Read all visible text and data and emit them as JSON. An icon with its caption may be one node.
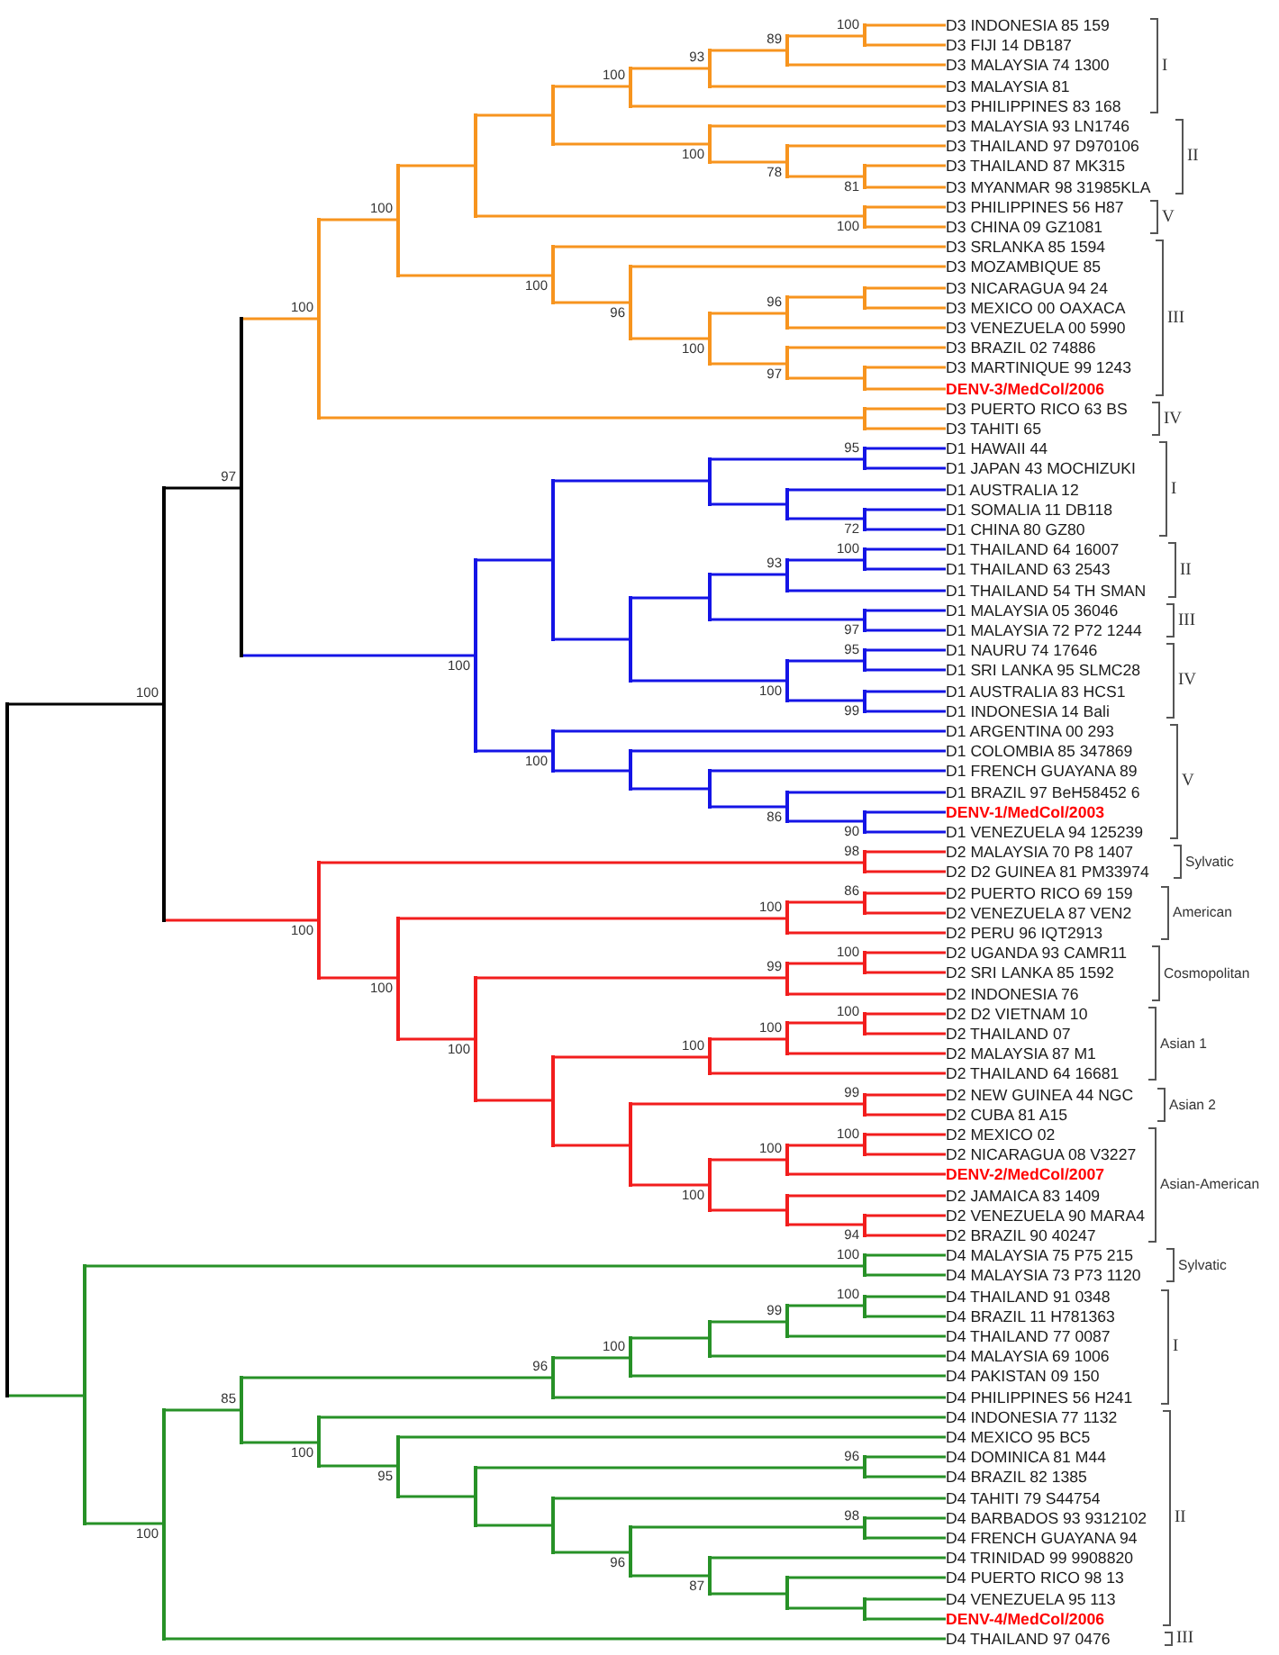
{
  "diagram": {
    "nodes": [
      {
        "text": [
          "D3 INDONESIA 85 159"
        ]
      },
      {
        "text": [
          "D3 FIJI 14 DB187"
        ]
      },
      {
        "text": [
          "D3 MALAYSIA 74 1300"
        ]
      },
      {
        "text": [
          "D3 MALAYSIA 81"
        ]
      },
      {
        "text": [
          "D3 PHILIPPINES 83 168"
        ]
      },
      {
        "text": [
          "D3 MALAYSIA 93 LN1746"
        ]
      },
      {
        "text": [
          "D3 THAILAND 97 D970106"
        ]
      },
      {
        "text": [
          "D3 THAILAND 87 MK315"
        ]
      },
      {
        "text": [
          "D3 MYANMAR 98 31985KLA"
        ]
      },
      {
        "text": [
          "D3 PHILIPPINES 56 H87"
        ]
      },
      {
        "text": [
          "D3 CHINA 09 GZ1081"
        ]
      },
      {
        "text": [
          "D3 SRLANKA 85 1594"
        ]
      },
      {
        "text": [
          "D3 MOZAMBIQUE 85"
        ]
      },
      {
        "text": [
          "D3 NICARAGUA 94 24"
        ]
      },
      {
        "text": [
          "D3 MEXICO 00 OAXACA"
        ]
      },
      {
        "text": [
          "D3 VENEZUELA 00 5990"
        ]
      },
      {
        "text": [
          "D3 BRAZIL 02 74886"
        ]
      },
      {
        "text": [
          "D3 MARTINIQUE 99 1243"
        ]
      },
      {
        "text": [
          "DENV-3/MedCol/2006"
        ]
      },
      {
        "text": [
          "D3 PUERTO RICO 63 BS"
        ]
      },
      {
        "text": [
          "D3 TAHITI 65"
        ]
      },
      {
        "text": [
          "D1 HAWAII 44"
        ]
      },
      {
        "text": [
          "D1 JAPAN 43 MOCHIZUKI"
        ]
      },
      {
        "text": [
          "D1 AUSTRALIA 12"
        ]
      },
      {
        "text": [
          "D1 SOMALIA 11 DB118"
        ]
      },
      {
        "text": [
          "D1 CHINA 80 GZ80"
        ]
      },
      {
        "text": [
          "D1 THAILAND 64 16007"
        ]
      },
      {
        "text": [
          "D1 THAILAND 63 2543"
        ]
      },
      {
        "text": [
          "D1 THAILAND 54 TH SMAN"
        ]
      },
      {
        "text": [
          "D1 MALAYSIA 05 36046"
        ]
      },
      {
        "text": [
          "D1 MALAYSIA 72 P72 1244"
        ]
      },
      {
        "text": [
          "D1 NAURU 74 17646"
        ]
      },
      {
        "text": [
          "D1 SRI LANKA 95 SLMC28"
        ]
      },
      {
        "text": [
          "D1 AUSTRALIA 83 HCS1"
        ]
      },
      {
        "text": [
          "D1 INDONESIA 14 Bali"
        ]
      },
      {
        "text": [
          "D1 ARGENTINA 00 293"
        ]
      },
      {
        "text": [
          "D1 COLOMBIA 85 347869"
        ]
      },
      {
        "text": [
          "D1 FRENCH GUAYANA 89"
        ]
      },
      {
        "text": [
          "D1 BRAZIL 97 BeH58452 6"
        ]
      },
      {
        "text": [
          "DENV-1/MedCol/2003"
        ]
      },
      {
        "text": [
          "D1 VENEZUELA 94 125239"
        ]
      },
      {
        "text": [
          "D2 MALAYSIA 70 P8 1407"
        ]
      },
      {
        "text": [
          "D2 D2 GUINEA 81 PM33974"
        ]
      },
      {
        "text": [
          "D2 PUERTO RICO 69 159"
        ]
      },
      {
        "text": [
          "D2 VENEZUELA 87 VEN2"
        ]
      },
      {
        "text": [
          "D2 PERU 96 IQT2913"
        ]
      },
      {
        "text": [
          "D2 UGANDA 93 CAMR11"
        ]
      },
      {
        "text": [
          "D2 SRI LANKA 85 1592"
        ]
      },
      {
        "text": [
          "D2 INDONESIA 76"
        ]
      },
      {
        "text": [
          "D2 D2 VIETNAM 10"
        ]
      },
      {
        "text": [
          "D2 THAILAND 07"
        ]
      },
      {
        "text": [
          "D2 MALAYSIA 87 M1"
        ]
      },
      {
        "text": [
          "D2 THAILAND 64 16681"
        ]
      },
      {
        "text": [
          "D2 NEW GUINEA 44 NGC"
        ]
      },
      {
        "text": [
          "D2 CUBA 81 A15"
        ]
      },
      {
        "text": [
          "D2 MEXICO 02"
        ]
      },
      {
        "text": [
          "D2 NICARAGUA 08 V3227"
        ]
      },
      {
        "text": [
          "DENV-2/MedCol/2007"
        ]
      },
      {
        "text": [
          "D2 JAMAICA 83 1409"
        ]
      },
      {
        "text": [
          "D2 VENEZUELA 90 MARA4"
        ]
      },
      {
        "text": [
          "D2 BRAZIL 90 40247"
        ]
      },
      {
        "text": [
          "D4 MALAYSIA 75 P75 215"
        ]
      },
      {
        "text": [
          "D4 MALAYSIA 73 P73 1120"
        ]
      },
      {
        "text": [
          "D4 THAILAND 91 0348"
        ]
      },
      {
        "text": [
          "D4 BRAZIL 11 H781363"
        ]
      },
      {
        "text": [
          "D4 THAILAND 77 0087"
        ]
      },
      {
        "text": [
          "D4 MALAYSIA 69 1006"
        ]
      },
      {
        "text": [
          "D4 PAKISTAN 09 150"
        ]
      },
      {
        "text": [
          "D4 PHILIPPINES 56 H241"
        ]
      },
      {
        "text": [
          "D4 INDONESIA 77 1132"
        ]
      },
      {
        "text": [
          "D4 MEXICO 95 BC5"
        ]
      },
      {
        "text": [
          "D4 DOMINICA 81 M44"
        ]
      },
      {
        "text": [
          "D4 BRAZIL 82 1385"
        ]
      },
      {
        "text": [
          "D4 TAHITI 79 S44754"
        ]
      },
      {
        "text": [
          "D4 BARBADOS 93 9312102"
        ]
      },
      {
        "text": [
          "D4 FRENCH GUAYANA 94"
        ]
      },
      {
        "text": [
          "D4 TRINIDAD 99 9908820"
        ]
      },
      {
        "text": [
          "D4 PUERTO RICO 98 13"
        ]
      },
      {
        "text": [
          "D4 VENEZUELA 95 113"
        ]
      },
      {
        "text": [
          "DENV-4/MedCol/2006"
        ]
      },
      {
        "text": [
          "D4 THAILAND 97 0476"
        ]
      },
      {
        "text": [],
        "shape": "bar"
      },
      {
        "text": [],
        "shape": "bar",
        "beside": [
          "100"
        ]
      },
      {
        "text": [],
        "shape": "bar",
        "beside": [
          "97"
        ]
      },
      {
        "text": [],
        "shape": "bar",
        "beside": [
          "100"
        ]
      },
      {
        "text": [],
        "shape": "bar",
        "beside": [
          "100"
        ]
      },
      {
        "text": [],
        "shape": "bar"
      },
      {
        "text": [],
        "shape": "bar"
      },
      {
        "text": [],
        "shape": "bar",
        "beside": [
          "100"
        ]
      },
      {
        "text": [],
        "shape": "bar",
        "beside": [
          "93"
        ]
      },
      {
        "text": [],
        "shape": "bar",
        "beside": [
          "89"
        ]
      },
      {
        "text": [],
        "shape": "bar",
        "beside": [
          "100"
        ]
      },
      {
        "text": [],
        "shape": "bar",
        "beside": [
          "100"
        ]
      },
      {
        "text": [],
        "shape": "bar",
        "beside": [
          "78"
        ]
      },
      {
        "text": [],
        "shape": "bar",
        "beside": [
          "81"
        ]
      },
      {
        "text": [],
        "shape": "bar",
        "beside": [
          "100"
        ]
      },
      {
        "text": [],
        "shape": "bar",
        "beside": [
          "100"
        ]
      },
      {
        "text": [],
        "shape": "bar",
        "beside": [
          "96"
        ]
      },
      {
        "text": [],
        "shape": "bar",
        "beside": [
          "100"
        ]
      },
      {
        "text": [],
        "shape": "bar",
        "beside": [
          "96"
        ]
      },
      {
        "text": [],
        "shape": "bar"
      },
      {
        "text": [],
        "shape": "bar",
        "beside": [
          "97"
        ]
      },
      {
        "text": [],
        "shape": "bar"
      },
      {
        "text": [],
        "shape": "bar"
      },
      {
        "text": [],
        "shape": "bar",
        "beside": [
          "100"
        ]
      },
      {
        "text": [],
        "shape": "bar"
      },
      {
        "text": [],
        "shape": "bar"
      },
      {
        "text": [],
        "shape": "bar",
        "beside": [
          "95"
        ]
      },
      {
        "text": [],
        "shape": "bar"
      },
      {
        "text": [],
        "shape": "bar",
        "beside": [
          "72"
        ]
      },
      {
        "text": [],
        "shape": "bar"
      },
      {
        "text": [],
        "shape": "bar"
      },
      {
        "text": [],
        "shape": "bar",
        "beside": [
          "93"
        ]
      },
      {
        "text": [],
        "shape": "bar",
        "beside": [
          "100"
        ]
      },
      {
        "text": [],
        "shape": "bar",
        "beside": [
          "97"
        ]
      },
      {
        "text": [],
        "shape": "bar",
        "beside": [
          "100"
        ]
      },
      {
        "text": [],
        "shape": "bar",
        "beside": [
          "95"
        ]
      },
      {
        "text": [],
        "shape": "bar",
        "beside": [
          "99"
        ]
      },
      {
        "text": [],
        "shape": "bar",
        "beside": [
          "100"
        ]
      },
      {
        "text": [],
        "shape": "bar"
      },
      {
        "text": [],
        "shape": "bar"
      },
      {
        "text": [],
        "shape": "bar",
        "beside": [
          "86"
        ]
      },
      {
        "text": [],
        "shape": "bar",
        "beside": [
          "90"
        ]
      },
      {
        "text": [],
        "shape": "bar",
        "beside": [
          "100"
        ]
      },
      {
        "text": [],
        "shape": "bar",
        "beside": [
          "98"
        ]
      },
      {
        "text": [],
        "shape": "bar",
        "beside": [
          "100"
        ]
      },
      {
        "text": [],
        "shape": "bar",
        "beside": [
          "100"
        ]
      },
      {
        "text": [],
        "shape": "bar",
        "beside": [
          "86"
        ]
      },
      {
        "text": [],
        "shape": "bar",
        "beside": [
          "100"
        ]
      },
      {
        "text": [],
        "shape": "bar",
        "beside": [
          "99"
        ]
      },
      {
        "text": [],
        "shape": "bar",
        "beside": [
          "100"
        ]
      },
      {
        "text": [],
        "shape": "bar"
      },
      {
        "text": [],
        "shape": "bar",
        "beside": [
          "100"
        ]
      },
      {
        "text": [],
        "shape": "bar",
        "beside": [
          "100"
        ]
      },
      {
        "text": [],
        "shape": "bar",
        "beside": [
          "100"
        ]
      },
      {
        "text": [],
        "shape": "bar"
      },
      {
        "text": [],
        "shape": "bar",
        "beside": [
          "99"
        ]
      },
      {
        "text": [],
        "shape": "bar",
        "beside": [
          "100"
        ]
      },
      {
        "text": [],
        "shape": "bar",
        "beside": [
          "100"
        ]
      },
      {
        "text": [],
        "shape": "bar",
        "beside": [
          "100"
        ]
      },
      {
        "text": [],
        "shape": "bar"
      },
      {
        "text": [],
        "shape": "bar",
        "beside": [
          "94"
        ]
      },
      {
        "text": [],
        "shape": "bar"
      },
      {
        "text": [],
        "shape": "bar",
        "beside": [
          "100"
        ]
      },
      {
        "text": [],
        "shape": "bar",
        "beside": [
          "100"
        ]
      },
      {
        "text": [],
        "shape": "bar",
        "beside": [
          "85"
        ]
      },
      {
        "text": [],
        "shape": "bar",
        "beside": [
          "96"
        ]
      },
      {
        "text": [],
        "shape": "bar",
        "beside": [
          "100"
        ]
      },
      {
        "text": [],
        "shape": "bar"
      },
      {
        "text": [],
        "shape": "bar",
        "beside": [
          "99"
        ]
      },
      {
        "text": [],
        "shape": "bar",
        "beside": [
          "100"
        ]
      },
      {
        "text": [],
        "shape": "bar",
        "beside": [
          "100"
        ]
      },
      {
        "text": [],
        "shape": "bar",
        "beside": [
          "95"
        ]
      },
      {
        "text": [],
        "shape": "bar"
      },
      {
        "text": [],
        "shape": "bar",
        "beside": [
          "96"
        ]
      },
      {
        "text": [],
        "shape": "bar"
      },
      {
        "text": [],
        "shape": "bar",
        "beside": [
          "96"
        ]
      },
      {
        "text": [],
        "shape": "bar",
        "beside": [
          "98"
        ]
      },
      {
        "text": [],
        "shape": "bar",
        "beside": [
          "87"
        ]
      },
      {
        "text": [],
        "shape": "bar"
      },
      {
        "text": [],
        "shape": "bar"
      }
    ],
    "edges": [
      {
        "from": 81,
        "to": 82,
        "arrow": "none",
        "color": "#000000"
      },
      {
        "from": 81,
        "to": 142,
        "arrow": "none",
        "color": "#279127"
      },
      {
        "from": 82,
        "to": 83,
        "arrow": "none",
        "color": "#000000"
      },
      {
        "from": 82,
        "to": 123,
        "arrow": "none",
        "color": "#f21d1d"
      },
      {
        "from": 83,
        "to": 84,
        "arrow": "none",
        "color": "#f7941e"
      },
      {
        "from": 83,
        "to": 104,
        "arrow": "none",
        "color": "#1414e6"
      },
      {
        "from": 84,
        "to": 85,
        "arrow": "none",
        "color": "#f7941e"
      },
      {
        "from": 84,
        "to": 103,
        "arrow": "none",
        "color": "#f7941e"
      },
      {
        "from": 85,
        "to": 86,
        "arrow": "none",
        "color": "#f7941e"
      },
      {
        "from": 85,
        "to": 96,
        "arrow": "none",
        "color": "#f7941e"
      },
      {
        "from": 86,
        "to": 87,
        "arrow": "none",
        "color": "#f7941e"
      },
      {
        "from": 86,
        "to": 95,
        "arrow": "none",
        "color": "#f7941e"
      },
      {
        "from": 87,
        "to": 88,
        "arrow": "none",
        "color": "#f7941e"
      },
      {
        "from": 87,
        "to": 92,
        "arrow": "none",
        "color": "#f7941e"
      },
      {
        "from": 88,
        "to": 89,
        "arrow": "none",
        "color": "#f7941e"
      },
      {
        "from": 88,
        "to": 4,
        "arrow": "none",
        "color": "#f7941e"
      },
      {
        "from": 89,
        "to": 90,
        "arrow": "none",
        "color": "#f7941e"
      },
      {
        "from": 89,
        "to": 3,
        "arrow": "none",
        "color": "#f7941e"
      },
      {
        "from": 90,
        "to": 91,
        "arrow": "none",
        "color": "#f7941e"
      },
      {
        "from": 90,
        "to": 2,
        "arrow": "none",
        "color": "#f7941e"
      },
      {
        "from": 91,
        "to": 0,
        "arrow": "none",
        "color": "#f7941e"
      },
      {
        "from": 91,
        "to": 1,
        "arrow": "none",
        "color": "#f7941e"
      },
      {
        "from": 92,
        "to": 5,
        "arrow": "none",
        "color": "#f7941e"
      },
      {
        "from": 92,
        "to": 93,
        "arrow": "none",
        "color": "#f7941e"
      },
      {
        "from": 93,
        "to": 6,
        "arrow": "none",
        "color": "#f7941e"
      },
      {
        "from": 93,
        "to": 94,
        "arrow": "none",
        "color": "#f7941e"
      },
      {
        "from": 94,
        "to": 7,
        "arrow": "none",
        "color": "#f7941e"
      },
      {
        "from": 94,
        "to": 8,
        "arrow": "none",
        "color": "#f7941e"
      },
      {
        "from": 95,
        "to": 9,
        "arrow": "none",
        "color": "#f7941e"
      },
      {
        "from": 95,
        "to": 10,
        "arrow": "none",
        "color": "#f7941e"
      },
      {
        "from": 96,
        "to": 11,
        "arrow": "none",
        "color": "#f7941e"
      },
      {
        "from": 96,
        "to": 97,
        "arrow": "none",
        "color": "#f7941e"
      },
      {
        "from": 97,
        "to": 12,
        "arrow": "none",
        "color": "#f7941e"
      },
      {
        "from": 97,
        "to": 98,
        "arrow": "none",
        "color": "#f7941e"
      },
      {
        "from": 98,
        "to": 99,
        "arrow": "none",
        "color": "#f7941e"
      },
      {
        "from": 98,
        "to": 101,
        "arrow": "none",
        "color": "#f7941e"
      },
      {
        "from": 99,
        "to": 100,
        "arrow": "none",
        "color": "#f7941e"
      },
      {
        "from": 99,
        "to": 15,
        "arrow": "none",
        "color": "#f7941e"
      },
      {
        "from": 100,
        "to": 13,
        "arrow": "none",
        "color": "#f7941e"
      },
      {
        "from": 100,
        "to": 14,
        "arrow": "none",
        "color": "#f7941e"
      },
      {
        "from": 101,
        "to": 16,
        "arrow": "none",
        "color": "#f7941e"
      },
      {
        "from": 101,
        "to": 102,
        "arrow": "none",
        "color": "#f7941e"
      },
      {
        "from": 102,
        "to": 17,
        "arrow": "none",
        "color": "#f7941e"
      },
      {
        "from": 102,
        "to": 18,
        "arrow": "none",
        "color": "#f7941e"
      },
      {
        "from": 103,
        "to": 19,
        "arrow": "none",
        "color": "#f7941e"
      },
      {
        "from": 103,
        "to": 20,
        "arrow": "none",
        "color": "#f7941e"
      },
      {
        "from": 104,
        "to": 105,
        "arrow": "none",
        "color": "#1414e6"
      },
      {
        "from": 104,
        "to": 118,
        "arrow": "none",
        "color": "#1414e6"
      },
      {
        "from": 105,
        "to": 106,
        "arrow": "none",
        "color": "#1414e6"
      },
      {
        "from": 105,
        "to": 110,
        "arrow": "none",
        "color": "#1414e6"
      },
      {
        "from": 106,
        "to": 107,
        "arrow": "none",
        "color": "#1414e6"
      },
      {
        "from": 106,
        "to": 108,
        "arrow": "none",
        "color": "#1414e6"
      },
      {
        "from": 107,
        "to": 21,
        "arrow": "none",
        "color": "#1414e6"
      },
      {
        "from": 107,
        "to": 22,
        "arrow": "none",
        "color": "#1414e6"
      },
      {
        "from": 108,
        "to": 23,
        "arrow": "none",
        "color": "#1414e6"
      },
      {
        "from": 108,
        "to": 109,
        "arrow": "none",
        "color": "#1414e6"
      },
      {
        "from": 109,
        "to": 24,
        "arrow": "none",
        "color": "#1414e6"
      },
      {
        "from": 109,
        "to": 25,
        "arrow": "none",
        "color": "#1414e6"
      },
      {
        "from": 110,
        "to": 111,
        "arrow": "none",
        "color": "#1414e6"
      },
      {
        "from": 110,
        "to": 115,
        "arrow": "none",
        "color": "#1414e6"
      },
      {
        "from": 111,
        "to": 112,
        "arrow": "none",
        "color": "#1414e6"
      },
      {
        "from": 111,
        "to": 114,
        "arrow": "none",
        "color": "#1414e6"
      },
      {
        "from": 112,
        "to": 113,
        "arrow": "none",
        "color": "#1414e6"
      },
      {
        "from": 112,
        "to": 28,
        "arrow": "none",
        "color": "#1414e6"
      },
      {
        "from": 113,
        "to": 26,
        "arrow": "none",
        "color": "#1414e6"
      },
      {
        "from": 113,
        "to": 27,
        "arrow": "none",
        "color": "#1414e6"
      },
      {
        "from": 114,
        "to": 29,
        "arrow": "none",
        "color": "#1414e6"
      },
      {
        "from": 114,
        "to": 30,
        "arrow": "none",
        "color": "#1414e6"
      },
      {
        "from": 115,
        "to": 116,
        "arrow": "none",
        "color": "#1414e6"
      },
      {
        "from": 115,
        "to": 117,
        "arrow": "none",
        "color": "#1414e6"
      },
      {
        "from": 116,
        "to": 31,
        "arrow": "none",
        "color": "#1414e6"
      },
      {
        "from": 116,
        "to": 32,
        "arrow": "none",
        "color": "#1414e6"
      },
      {
        "from": 117,
        "to": 33,
        "arrow": "none",
        "color": "#1414e6"
      },
      {
        "from": 117,
        "to": 34,
        "arrow": "none",
        "color": "#1414e6"
      },
      {
        "from": 118,
        "to": 35,
        "arrow": "none",
        "color": "#1414e6"
      },
      {
        "from": 118,
        "to": 119,
        "arrow": "none",
        "color": "#1414e6"
      },
      {
        "from": 119,
        "to": 36,
        "arrow": "none",
        "color": "#1414e6"
      },
      {
        "from": 119,
        "to": 120,
        "arrow": "none",
        "color": "#1414e6"
      },
      {
        "from": 120,
        "to": 37,
        "arrow": "none",
        "color": "#1414e6"
      },
      {
        "from": 120,
        "to": 121,
        "arrow": "none",
        "color": "#1414e6"
      },
      {
        "from": 121,
        "to": 38,
        "arrow": "none",
        "color": "#1414e6"
      },
      {
        "from": 121,
        "to": 122,
        "arrow": "none",
        "color": "#1414e6"
      },
      {
        "from": 122,
        "to": 39,
        "arrow": "none",
        "color": "#1414e6"
      },
      {
        "from": 122,
        "to": 40,
        "arrow": "none",
        "color": "#1414e6"
      },
      {
        "from": 123,
        "to": 124,
        "arrow": "none",
        "color": "#f21d1d"
      },
      {
        "from": 123,
        "to": 125,
        "arrow": "none",
        "color": "#f21d1d"
      },
      {
        "from": 124,
        "to": 41,
        "arrow": "none",
        "color": "#f21d1d"
      },
      {
        "from": 124,
        "to": 42,
        "arrow": "none",
        "color": "#f21d1d"
      },
      {
        "from": 125,
        "to": 126,
        "arrow": "none",
        "color": "#f21d1d"
      },
      {
        "from": 125,
        "to": 128,
        "arrow": "none",
        "color": "#f21d1d"
      },
      {
        "from": 126,
        "to": 127,
        "arrow": "none",
        "color": "#f21d1d"
      },
      {
        "from": 126,
        "to": 45,
        "arrow": "none",
        "color": "#f21d1d"
      },
      {
        "from": 127,
        "to": 43,
        "arrow": "none",
        "color": "#f21d1d"
      },
      {
        "from": 127,
        "to": 44,
        "arrow": "none",
        "color": "#f21d1d"
      },
      {
        "from": 128,
        "to": 129,
        "arrow": "none",
        "color": "#f21d1d"
      },
      {
        "from": 128,
        "to": 131,
        "arrow": "none",
        "color": "#f21d1d"
      },
      {
        "from": 129,
        "to": 130,
        "arrow": "none",
        "color": "#f21d1d"
      },
      {
        "from": 129,
        "to": 48,
        "arrow": "none",
        "color": "#f21d1d"
      },
      {
        "from": 130,
        "to": 46,
        "arrow": "none",
        "color": "#f21d1d"
      },
      {
        "from": 130,
        "to": 47,
        "arrow": "none",
        "color": "#f21d1d"
      },
      {
        "from": 131,
        "to": 132,
        "arrow": "none",
        "color": "#f21d1d"
      },
      {
        "from": 131,
        "to": 135,
        "arrow": "none",
        "color": "#f21d1d"
      },
      {
        "from": 132,
        "to": 133,
        "arrow": "none",
        "color": "#f21d1d"
      },
      {
        "from": 132,
        "to": 52,
        "arrow": "none",
        "color": "#f21d1d"
      },
      {
        "from": 133,
        "to": 134,
        "arrow": "none",
        "color": "#f21d1d"
      },
      {
        "from": 133,
        "to": 51,
        "arrow": "none",
        "color": "#f21d1d"
      },
      {
        "from": 134,
        "to": 49,
        "arrow": "none",
        "color": "#f21d1d"
      },
      {
        "from": 134,
        "to": 50,
        "arrow": "none",
        "color": "#f21d1d"
      },
      {
        "from": 135,
        "to": 136,
        "arrow": "none",
        "color": "#f21d1d"
      },
      {
        "from": 135,
        "to": 137,
        "arrow": "none",
        "color": "#f21d1d"
      },
      {
        "from": 136,
        "to": 53,
        "arrow": "none",
        "color": "#f21d1d"
      },
      {
        "from": 136,
        "to": 54,
        "arrow": "none",
        "color": "#f21d1d"
      },
      {
        "from": 137,
        "to": 138,
        "arrow": "none",
        "color": "#f21d1d"
      },
      {
        "from": 137,
        "to": 140,
        "arrow": "none",
        "color": "#f21d1d"
      },
      {
        "from": 138,
        "to": 139,
        "arrow": "none",
        "color": "#f21d1d"
      },
      {
        "from": 138,
        "to": 57,
        "arrow": "none",
        "color": "#f21d1d"
      },
      {
        "from": 139,
        "to": 55,
        "arrow": "none",
        "color": "#f21d1d"
      },
      {
        "from": 139,
        "to": 56,
        "arrow": "none",
        "color": "#f21d1d"
      },
      {
        "from": 140,
        "to": 58,
        "arrow": "none",
        "color": "#f21d1d"
      },
      {
        "from": 140,
        "to": 141,
        "arrow": "none",
        "color": "#f21d1d"
      },
      {
        "from": 141,
        "to": 59,
        "arrow": "none",
        "color": "#f21d1d"
      },
      {
        "from": 141,
        "to": 60,
        "arrow": "none",
        "color": "#f21d1d"
      },
      {
        "from": 142,
        "to": 143,
        "arrow": "none",
        "color": "#279127"
      },
      {
        "from": 142,
        "to": 144,
        "arrow": "none",
        "color": "#279127"
      },
      {
        "from": 143,
        "to": 61,
        "arrow": "none",
        "color": "#279127"
      },
      {
        "from": 143,
        "to": 62,
        "arrow": "none",
        "color": "#279127"
      },
      {
        "from": 144,
        "to": 145,
        "arrow": "none",
        "color": "#279127"
      },
      {
        "from": 144,
        "to": 80,
        "arrow": "none",
        "color": "#279127"
      },
      {
        "from": 145,
        "to": 146,
        "arrow": "none",
        "color": "#279127"
      },
      {
        "from": 145,
        "to": 151,
        "arrow": "none",
        "color": "#279127"
      },
      {
        "from": 146,
        "to": 147,
        "arrow": "none",
        "color": "#279127"
      },
      {
        "from": 146,
        "to": 68,
        "arrow": "none",
        "color": "#279127"
      },
      {
        "from": 147,
        "to": 148,
        "arrow": "none",
        "color": "#279127"
      },
      {
        "from": 147,
        "to": 67,
        "arrow": "none",
        "color": "#279127"
      },
      {
        "from": 148,
        "to": 149,
        "arrow": "none",
        "color": "#279127"
      },
      {
        "from": 148,
        "to": 66,
        "arrow": "none",
        "color": "#279127"
      },
      {
        "from": 149,
        "to": 150,
        "arrow": "none",
        "color": "#279127"
      },
      {
        "from": 149,
        "to": 65,
        "arrow": "none",
        "color": "#279127"
      },
      {
        "from": 150,
        "to": 63,
        "arrow": "none",
        "color": "#279127"
      },
      {
        "from": 150,
        "to": 64,
        "arrow": "none",
        "color": "#279127"
      },
      {
        "from": 151,
        "to": 69,
        "arrow": "none",
        "color": "#279127"
      },
      {
        "from": 151,
        "to": 152,
        "arrow": "none",
        "color": "#279127"
      },
      {
        "from": 152,
        "to": 70,
        "arrow": "none",
        "color": "#279127"
      },
      {
        "from": 152,
        "to": 153,
        "arrow": "none",
        "color": "#279127"
      },
      {
        "from": 153,
        "to": 154,
        "arrow": "none",
        "color": "#279127"
      },
      {
        "from": 153,
        "to": 155,
        "arrow": "none",
        "color": "#279127"
      },
      {
        "from": 154,
        "to": 71,
        "arrow": "none",
        "color": "#279127"
      },
      {
        "from": 154,
        "to": 72,
        "arrow": "none",
        "color": "#279127"
      },
      {
        "from": 155,
        "to": 73,
        "arrow": "none",
        "color": "#279127"
      },
      {
        "from": 155,
        "to": 156,
        "arrow": "none",
        "color": "#279127"
      },
      {
        "from": 156,
        "to": 157,
        "arrow": "none",
        "color": "#279127"
      },
      {
        "from": 156,
        "to": 158,
        "arrow": "none",
        "color": "#279127"
      },
      {
        "from": 157,
        "to": 74,
        "arrow": "none",
        "color": "#279127"
      },
      {
        "from": 157,
        "to": 75,
        "arrow": "none",
        "color": "#279127"
      },
      {
        "from": 158,
        "to": 76,
        "arrow": "none",
        "color": "#279127"
      },
      {
        "from": 158,
        "to": 159,
        "arrow": "none",
        "color": "#279127"
      },
      {
        "from": 159,
        "to": 77,
        "arrow": "none",
        "color": "#279127"
      },
      {
        "from": 159,
        "to": 160,
        "arrow": "none",
        "color": "#279127"
      },
      {
        "from": 160,
        "to": 78,
        "arrow": "none",
        "color": "#279127"
      },
      {
        "from": 160,
        "to": 79,
        "arrow": "none",
        "color": "#279127"
      }
    ],
    "labels": [
      "I",
      "II",
      "V",
      "III",
      "IV",
      "I",
      "II",
      "III",
      "IV",
      "V",
      "Sylvatic",
      "American",
      "Cosmopolitan",
      "Asian 1",
      "Asian 2",
      "Asian-American",
      "Sylvatic",
      "I",
      "II",
      "III"
    ]
  }
}
